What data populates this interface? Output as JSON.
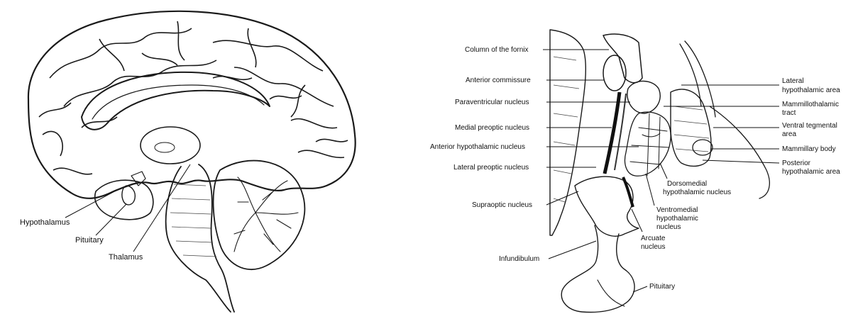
{
  "left_panel": {
    "labels": {
      "hypothalamus": "Hypothalamus",
      "pituitary": "Pituitary",
      "thalamus": "Thalamus"
    }
  },
  "right_panel": {
    "labels_left": {
      "column_of_fornix": "Column of the fornix",
      "anterior_commissure": "Anterior commissure",
      "paraventricular_nucleus": "Paraventricular nucleus",
      "medial_preoptic_nucleus": "Medial preoptic nucleus",
      "anterior_hypothalamic_nucleus": "Anterior hypothalamic nucleus",
      "lateral_preoptic_nucleus": "Lateral preoptic nucleus",
      "supraoptic_nucleus": "Supraoptic nucleus",
      "infundibulum": "Infundibulum"
    },
    "labels_right": {
      "lateral_hypothalamic_area_1": "Lateral",
      "lateral_hypothalamic_area_2": "hypothalamic area",
      "mammillothalamic_tract_1": "Mammillothalamic",
      "mammillothalamic_tract_2": "tract",
      "ventral_tegmental_area_1": "Ventral tegmental",
      "ventral_tegmental_area_2": "area",
      "mammillary_body": "Mammillary body",
      "posterior_hypothalamic_area_1": "Posterior",
      "posterior_hypothalamic_area_2": "hypothalamic area"
    },
    "labels_middle": {
      "dorsomedial_1": "Dorsomedial",
      "dorsomedial_2": "hypothalamic nucleus",
      "ventromedial_1": "Ventromedial",
      "ventromedial_2": "hypothalamic",
      "ventromedial_3": "nucleus",
      "arcuate_1": "Arcuate",
      "arcuate_2": "nucleus",
      "pituitary": "Pituitary"
    }
  }
}
